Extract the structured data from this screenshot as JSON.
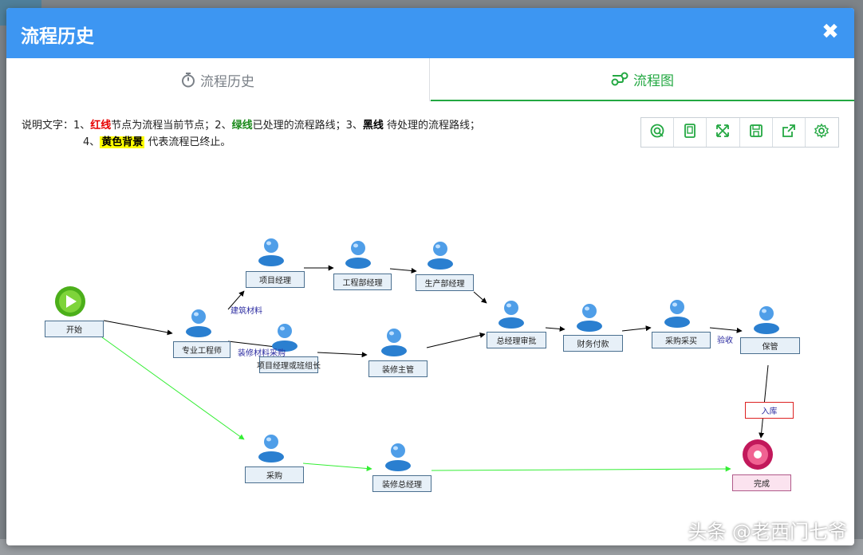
{
  "modal": {
    "title": "流程历史",
    "close_symbol": "✖"
  },
  "tabs": [
    {
      "label": "流程历史",
      "icon": "stopwatch-icon",
      "active": false
    },
    {
      "label": "流程图",
      "icon": "flow-chart-icon",
      "active": true
    }
  ],
  "legend": {
    "prefix": "说明文字：1、",
    "red_text": "红线",
    "red_desc": "节点为流程当前节点；2、",
    "green_text": "绿线",
    "green_desc": "已处理的流程路线；3、",
    "black_text": "黑线",
    "black_desc": " 待处理的流程路线；",
    "line2_prefix": "4、",
    "yellow_text": "黄色背景",
    "yellow_desc": " 代表流程已终止。"
  },
  "toolbar": [
    {
      "name": "refresh-icon"
    },
    {
      "name": "fit-page-icon"
    },
    {
      "name": "fullscreen-icon"
    },
    {
      "name": "save-icon"
    },
    {
      "name": "export-icon"
    },
    {
      "name": "settings-icon"
    }
  ],
  "flow": {
    "nodes": {
      "start": "开始",
      "specialist": "专业工程师",
      "project_manager": "项目经理",
      "engineering_manager": "工程部经理",
      "production_manager": "生产部经理",
      "pm_or_team_leader": "项目经理或班组长",
      "decoration_supervisor": "装修主管",
      "general_manager": "总经理审批",
      "finance_payment": "财务付款",
      "purchase_buy": "采购采买",
      "custody": "保管",
      "purchasing": "采购",
      "decoration_gm": "装修总经理",
      "complete": "完成"
    },
    "edge_labels": {
      "building_materials": "建筑材料",
      "decoration_materials": "装修材料采购",
      "acceptance": "验收",
      "warehousing": "入库"
    },
    "colors": {
      "pending": "#000000",
      "processed": "#33ee33",
      "node_fill": "#e7f0f8",
      "complete_fill": "#fbe3ef"
    }
  },
  "watermark": "头条 @老西门七爷"
}
